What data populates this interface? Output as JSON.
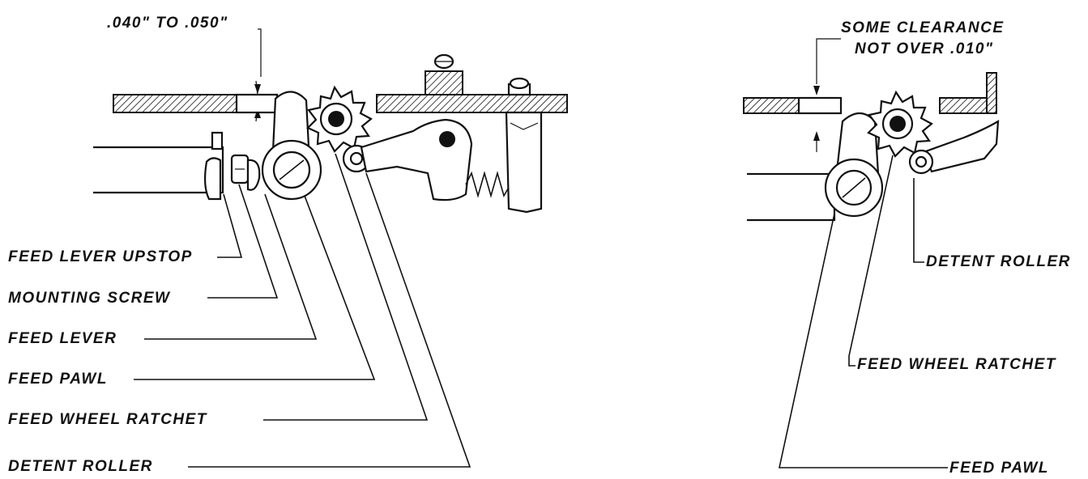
{
  "left_view": {
    "dimension": ".040\" TO .050\"",
    "labels": [
      "FEED LEVER UPSTOP",
      "MOUNTING SCREW",
      "FEED LEVER",
      "FEED PAWL",
      "FEED WHEEL RATCHET",
      "DETENT ROLLER"
    ]
  },
  "right_view": {
    "clearance_line1": "SOME CLEARANCE",
    "clearance_line2": "NOT OVER .010\"",
    "labels": [
      "DETENT ROLLER",
      "FEED WHEEL RATCHET",
      "FEED PAWL"
    ]
  }
}
